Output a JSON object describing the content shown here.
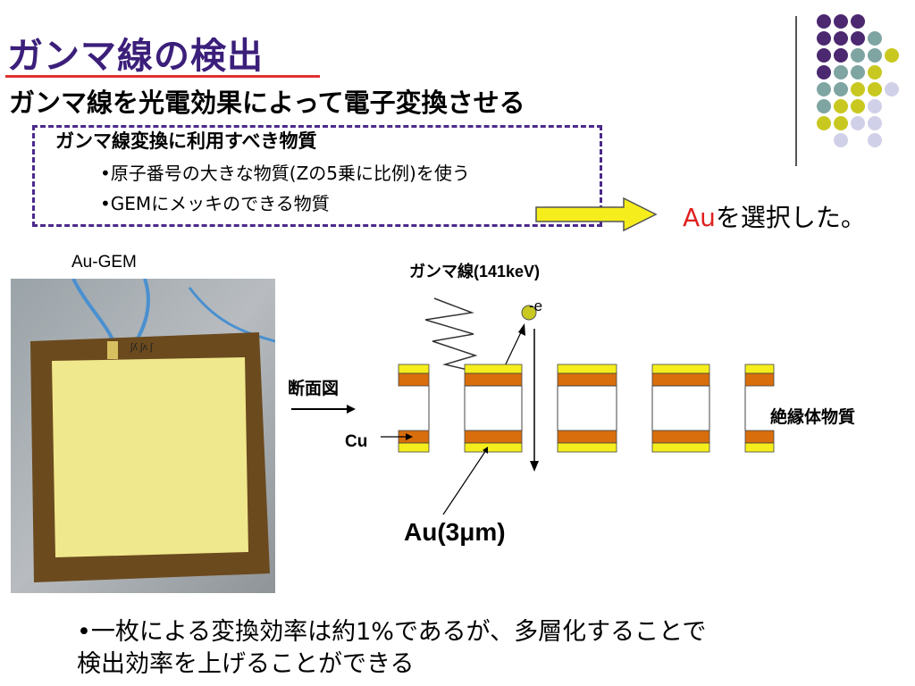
{
  "slide": {
    "title": "ガンマ線の検出",
    "subtitle": "ガンマ線を光電効果によって電子変換させる",
    "box": {
      "heading": "ガンマ線変換に利用すべき物質",
      "bullets": [
        "•原子番号の大きな物質(Zの5乗に比例)を使う",
        "•GEMにメッキのできる物質"
      ]
    },
    "choice": {
      "highlight": "Au",
      "rest": "を選択した。"
    },
    "photo_caption": "Au-GEM",
    "diagram": {
      "gamma_label": "ガンマ線(141keV)",
      "electron_label": "-e",
      "cross_section_label": "断面図",
      "cu_label": "Cu",
      "insulator_label": "絶縁体物質",
      "au_label": "Au(3μm)"
    },
    "bottom_text": [
      "•一枚による変換効率は約1%であるが、多層化することで",
      "検出効率を上げることができる"
    ]
  },
  "colors": {
    "title": "#3b1f7a",
    "accent_red": "#e02020",
    "purple_dot": "#4b2870",
    "teal_dot": "#7fa5a3",
    "lime_dot": "#c8c820",
    "lavender_dot": "#d0d0e8",
    "copper": "#d86e0c",
    "gold": "#f5ee1c"
  }
}
